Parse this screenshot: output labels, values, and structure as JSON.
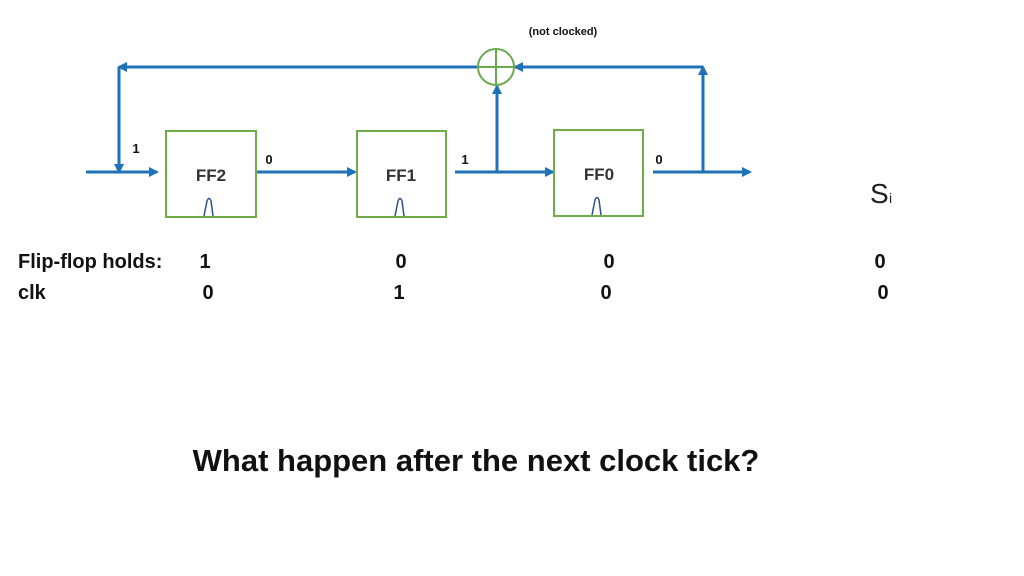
{
  "note": "(not clocked)",
  "flipflops": [
    {
      "id": "ff2",
      "label": "FF2"
    },
    {
      "id": "ff1",
      "label": "FF1"
    },
    {
      "id": "ff0",
      "label": "FF0"
    }
  ],
  "wire_labels": {
    "feedback_in": "1",
    "ff2_out": "0",
    "ff1_out": "1",
    "ff0_out": "0"
  },
  "output": {
    "main": "S",
    "sub": "i"
  },
  "holds_row": {
    "label": "Flip-flop holds:",
    "values": [
      "1",
      "0",
      "0",
      "0"
    ]
  },
  "clk_row": {
    "label": "clk",
    "values": [
      "0",
      "1",
      "0",
      "0"
    ]
  },
  "question": "What happen after the next clock tick?",
  "colors": {
    "wire": "#1f72b8",
    "box": "#70ad47",
    "xor": "#6aa84f",
    "clock": "#2f4f8f"
  }
}
